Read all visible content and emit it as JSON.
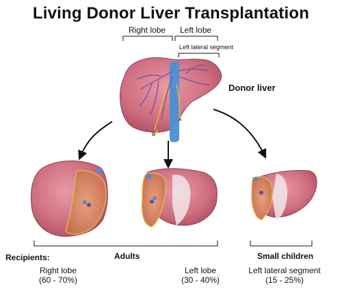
{
  "title": "Living Donor Liver Transplantation",
  "lobe_labels": {
    "right": "Right lobe",
    "left": "Left lobe",
    "left_lateral": "Left lateral segment"
  },
  "donor_label": "Donor liver",
  "markers": {
    "a": "A",
    "b": "B"
  },
  "recipients_label": "Recipients:",
  "groups": {
    "adults": "Adults",
    "small_children": "Small children"
  },
  "grafts": [
    {
      "name": "Right lobe",
      "range": "(60 - 70%)"
    },
    {
      "name": "Left lobe",
      "range": "(30 - 40%)"
    },
    {
      "name": "Left lateral segment",
      "range": "(15 - 25%)"
    }
  ],
  "colors": {
    "liver_fill": "#cf6f80",
    "liver_dark": "#a94a5c",
    "liver_cut": "#d98a6a",
    "vessel_blue": "#4b8fd6",
    "vessel_purple": "#6a4aa0",
    "duct_yellow": "#e8b640"
  }
}
